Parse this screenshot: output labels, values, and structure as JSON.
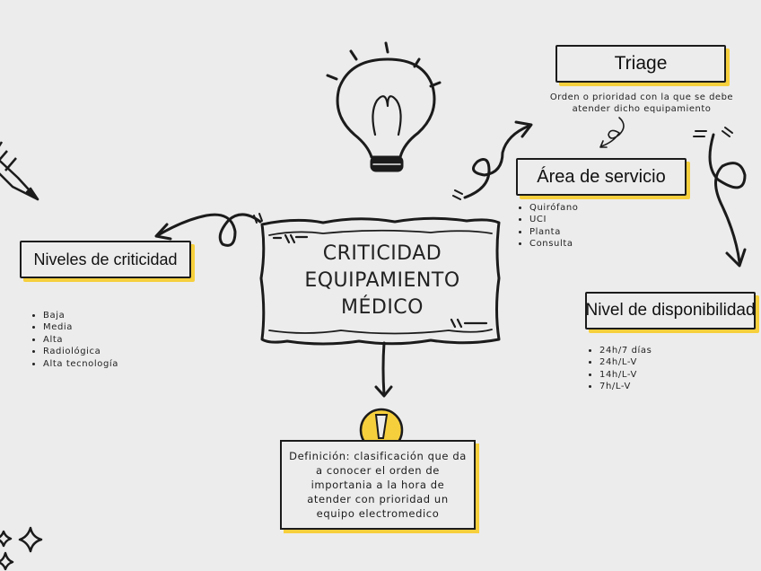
{
  "central": {
    "line1": "CRITICIDAD",
    "line2": "EQUIPAMIENTO MÉDICO"
  },
  "triage": {
    "title": "Triage",
    "description": "Orden o prioridad con la que se debe atender dicho equipamiento"
  },
  "area_servicio": {
    "title": "Área de servicio",
    "items": [
      "Quirófano",
      "UCI",
      "Planta",
      "Consulta"
    ]
  },
  "niveles_criticidad": {
    "title": "Niveles de criticidad",
    "items": [
      "Baja",
      "Media",
      "Alta",
      "Radiológica",
      "Alta tecnología"
    ]
  },
  "nivel_disponibilidad": {
    "title": "Nivel de disponibilidad",
    "items": [
      "24h/7 días",
      "24h/L-V",
      "14h/L-V",
      "7h/L-V"
    ]
  },
  "definicion": {
    "text": "Definición: clasificación que da a conocer el orden de importania a la hora de atender con prioridad un equipo electromedico"
  },
  "colors": {
    "accent": "#f6cf3d",
    "ink": "#1b1b1b",
    "background": "#ececec"
  },
  "icons": [
    "lightbulb-icon",
    "pencil-icon",
    "exclamation-icon",
    "sparkle-icon"
  ]
}
